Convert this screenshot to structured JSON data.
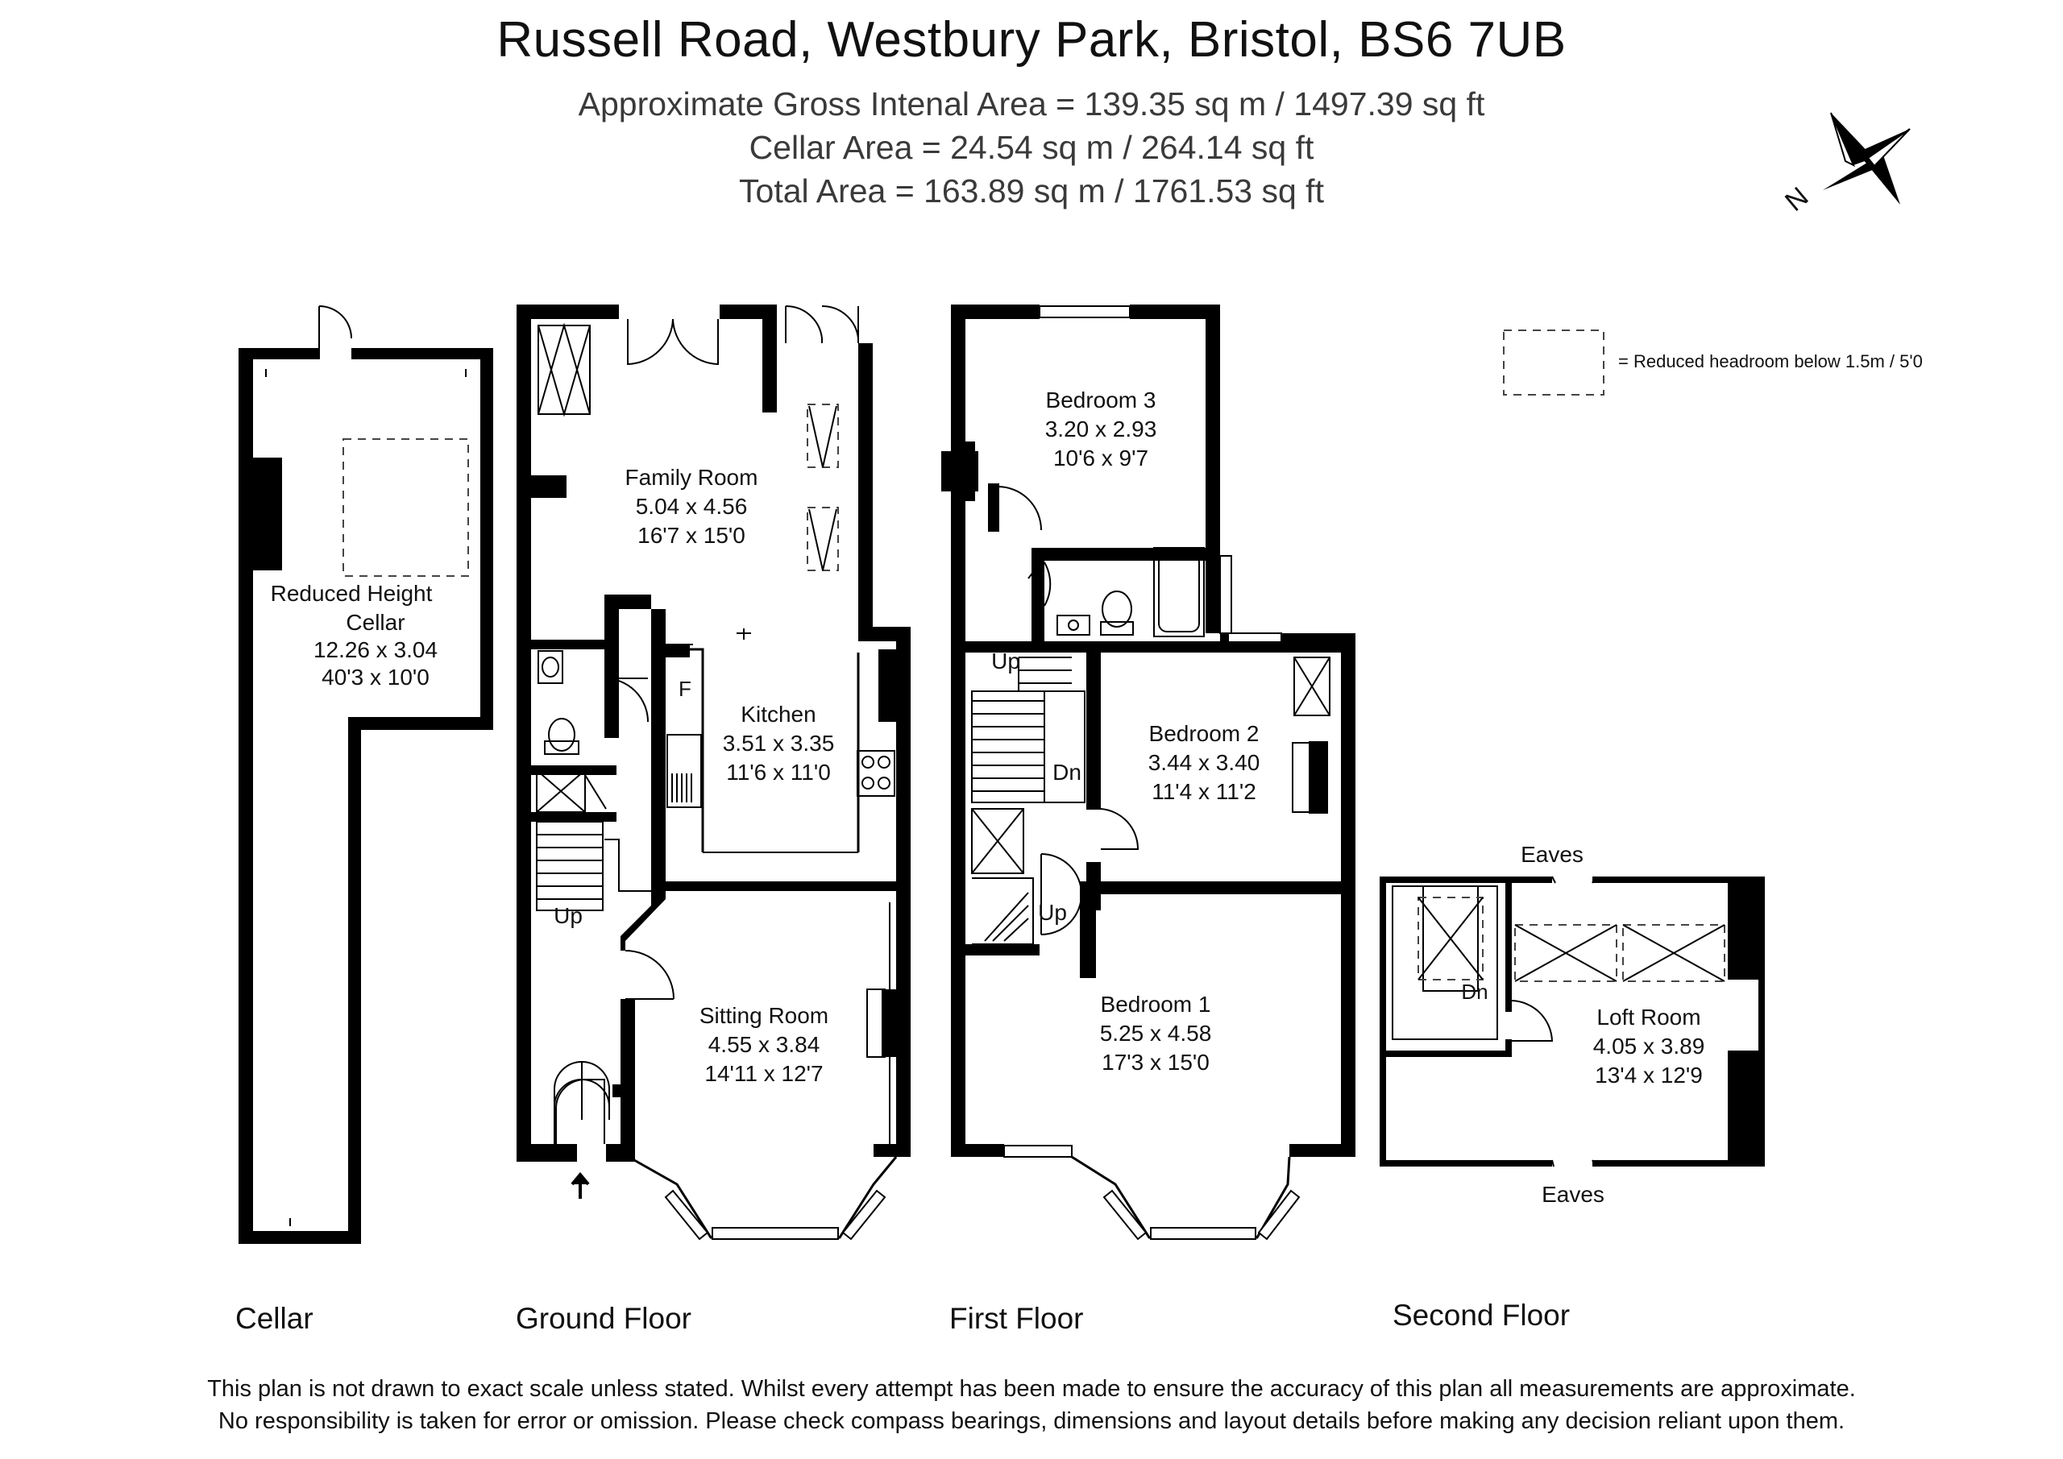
{
  "header": {
    "title": "Russell Road, Westbury Park, Bristol, BS6 7UB",
    "gross_area": "Approximate Gross Intenal Area = 139.35 sq m / 1497.39 sq ft",
    "cellar_area": "Cellar Area =  24.54 sq m / 264.14 sq ft",
    "total_area": "Total Area = 163.89 sq m / 1761.53 sq ft"
  },
  "compass": {
    "label": "N"
  },
  "legend": {
    "text": "=  Reduced headroom below 1.5m / 5'0"
  },
  "rooms": {
    "cellar": {
      "name1": "Reduced Height",
      "name2": "Cellar",
      "metric": "12.26 x 3.04",
      "imperial": "40'3 x 10'0"
    },
    "family_room": {
      "name": "Family Room",
      "metric": "5.04 x 4.56",
      "imperial": "16'7 x 15'0"
    },
    "kitchen": {
      "name": "Kitchen",
      "metric": "3.51 x 3.35",
      "imperial": "11'6 x 11'0",
      "fridge": "F"
    },
    "sitting_room": {
      "name": "Sitting Room",
      "metric": "4.55 x 3.84",
      "imperial": "14'11 x 12'7"
    },
    "bedroom3": {
      "name": "Bedroom 3",
      "metric": "3.20 x 2.93",
      "imperial": "10'6 x 9'7"
    },
    "bedroom2": {
      "name": "Bedroom 2",
      "metric": "3.44 x 3.40",
      "imperial": "11'4 x 11'2"
    },
    "bedroom1": {
      "name": "Bedroom 1",
      "metric": "5.25 x 4.58",
      "imperial": "17'3 x 15'0"
    },
    "loft_room": {
      "name": "Loft Room",
      "metric": "4.05 x 3.89",
      "imperial": "13'4 x 12'9"
    }
  },
  "stair_labels": {
    "up": "Up",
    "dn": "Dn"
  },
  "eaves": "Eaves",
  "floors": {
    "cellar": "Cellar",
    "ground": "Ground Floor",
    "first": "First Floor",
    "second": "Second Floor"
  },
  "disclaimer": {
    "line1": "This plan is not drawn to exact scale unless stated.  Whilst every attempt has been made to ensure the accuracy of this plan all measurements are approximate.",
    "line2": "No responsibility is taken for error or omission.  Please check compass bearings, dimensions and layout details before making any decision reliant upon them."
  }
}
